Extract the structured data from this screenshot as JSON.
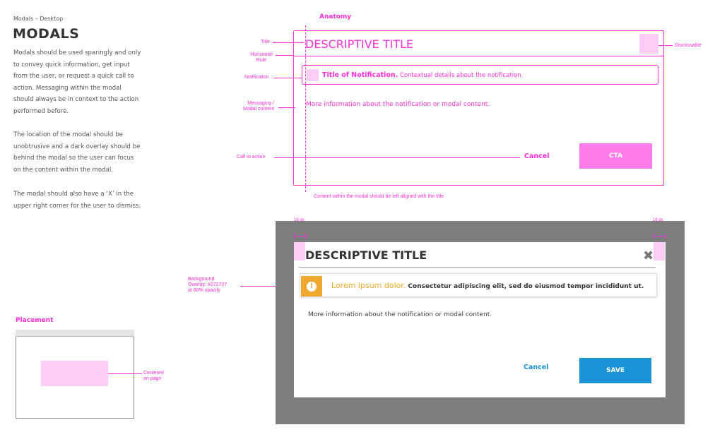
{
  "breadcrumb": "Modals – Desktop",
  "page_title": "MODALS",
  "intro_paragraphs": [
    [
      "Modals should be used sparingly and only",
      "to convey quick information, get input",
      "from the user, or request a quick call to",
      "action. Messaging within the modal",
      "should always be in context to the action",
      "performed before."
    ],
    [
      "The location of the modal should be",
      "unobtrusive and a dark overlay should be",
      "behind the modal so the user can focus",
      "on the content within the modal."
    ],
    [
      "The modal should also have a ‘X’ in the",
      "upper right corner for the user to dismiss."
    ]
  ],
  "anatomy": {
    "section_label": "Anatomy",
    "labels": {
      "title": "Title",
      "horizontal_rule": [
        "Horizontal",
        "Rule"
      ],
      "notification": "Notificaiton",
      "messaging": [
        "Messaging /",
        "Modal content"
      ],
      "call_to_action": "Call to action",
      "dismissable": "Dismissable",
      "alignment_note": "Content within the modal should be left aligned with the title"
    },
    "modal": {
      "title": "DESCRIPTIVE TITLE",
      "notification_title": "Title of Notification.",
      "notification_detail": "Contextual details about the notification.",
      "message": "More information about the notification or modal content.",
      "cancel_label": "Cancel",
      "cta_label": "CTA"
    }
  },
  "example": {
    "overlay_note": [
      "Background",
      "Overlay: #272727",
      "at 60% opacity"
    ],
    "padding_left_label": "16 px",
    "padding_right_label": "16 px",
    "modal": {
      "title": "DESCRIPTIVE TITLE",
      "close_glyph": "✖",
      "notification_lead": "Lorem ipsum dolor.",
      "notification_rest": "Consectetur adipiscing elit, sed do eiusmod tempor incididunt ut.",
      "message": "More information about the notification or modal content.",
      "cancel_label": "Cancel",
      "save_label": "SAVE"
    },
    "colors": {
      "overlay": "#272727",
      "accent_blue": "#1a93d6",
      "warning": "#f0a830",
      "annotation": "#ff2ed9"
    },
    "icons": {
      "close": "close-icon",
      "warning": "warning-icon"
    }
  },
  "placement": {
    "section_label": "Placement",
    "note": [
      "Centered",
      "on page"
    ]
  }
}
